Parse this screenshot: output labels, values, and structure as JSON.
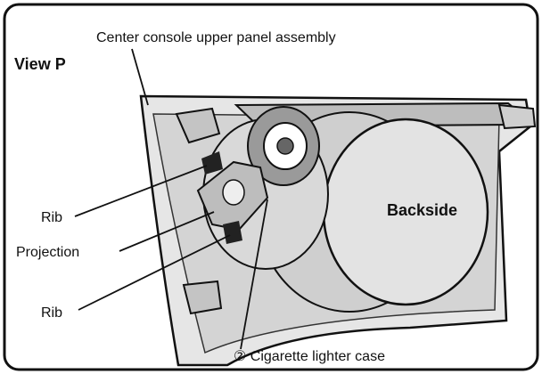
{
  "figure": {
    "view_label": "View P",
    "callouts": {
      "assembly": "Center console upper panel assembly",
      "rib_top": "Rib",
      "projection": "Projection",
      "rib_bottom": "Rib",
      "backside": "Backside",
      "lighter_case": "② Cigarette lighter case"
    }
  }
}
